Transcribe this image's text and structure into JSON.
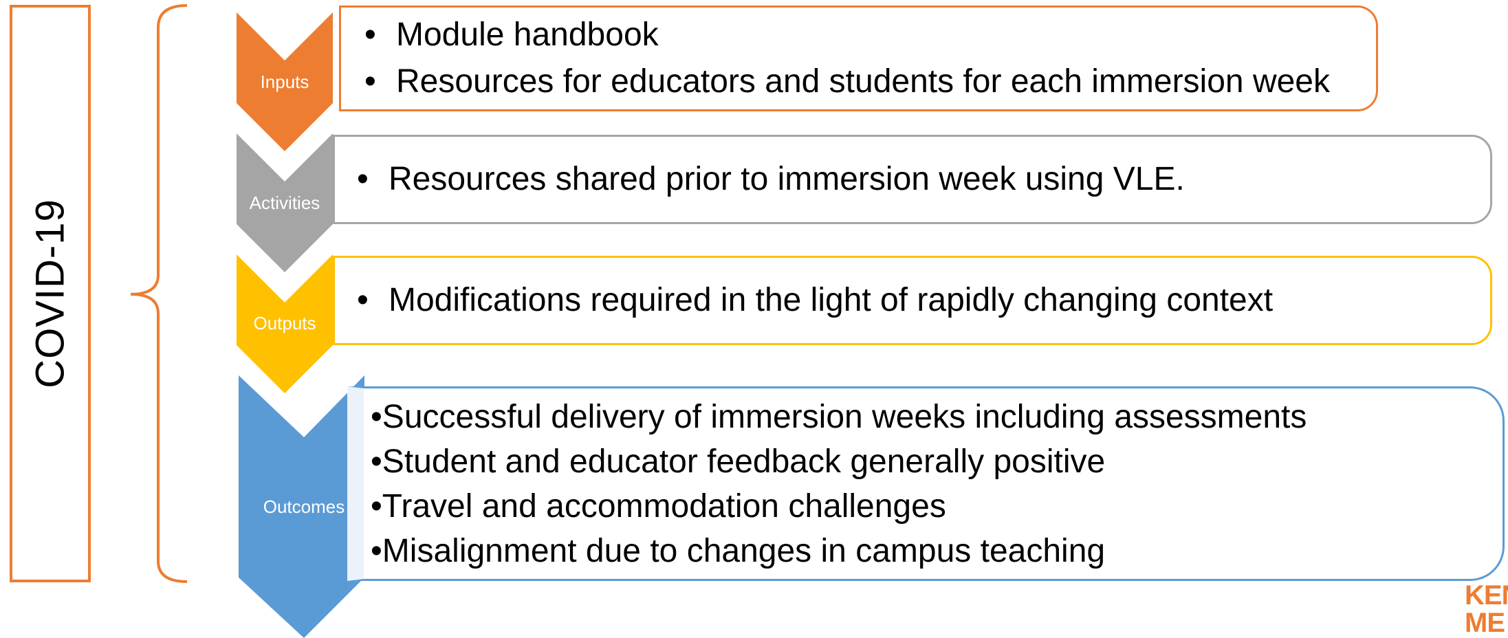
{
  "side": {
    "label": "COVID-19"
  },
  "colors": {
    "inputs": "#ED7D31",
    "activities": "#A5A5A5",
    "outputs": "#FFC000",
    "outcomes": "#5B9BD5"
  },
  "stages": {
    "inputs": {
      "label": "Inputs",
      "items": [
        "Module handbook",
        "Resources for educators and students for each immersion week"
      ]
    },
    "activities": {
      "label": "Activities",
      "items": [
        "Resources shared prior to immersion week using VLE."
      ]
    },
    "outputs": {
      "label": "Outputs",
      "items": [
        "Modifications required in the light of rapidly changing context"
      ]
    },
    "outcomes": {
      "label": "Outcomes",
      "items": [
        "•Successful delivery of immersion weeks including assessments",
        "•Student and educator feedback generally positive",
        "•Travel and accommodation challenges",
        "•Misalignment due to changes in campus teaching"
      ]
    }
  },
  "logo": {
    "line1": "KEN",
    "line2": "ME"
  }
}
